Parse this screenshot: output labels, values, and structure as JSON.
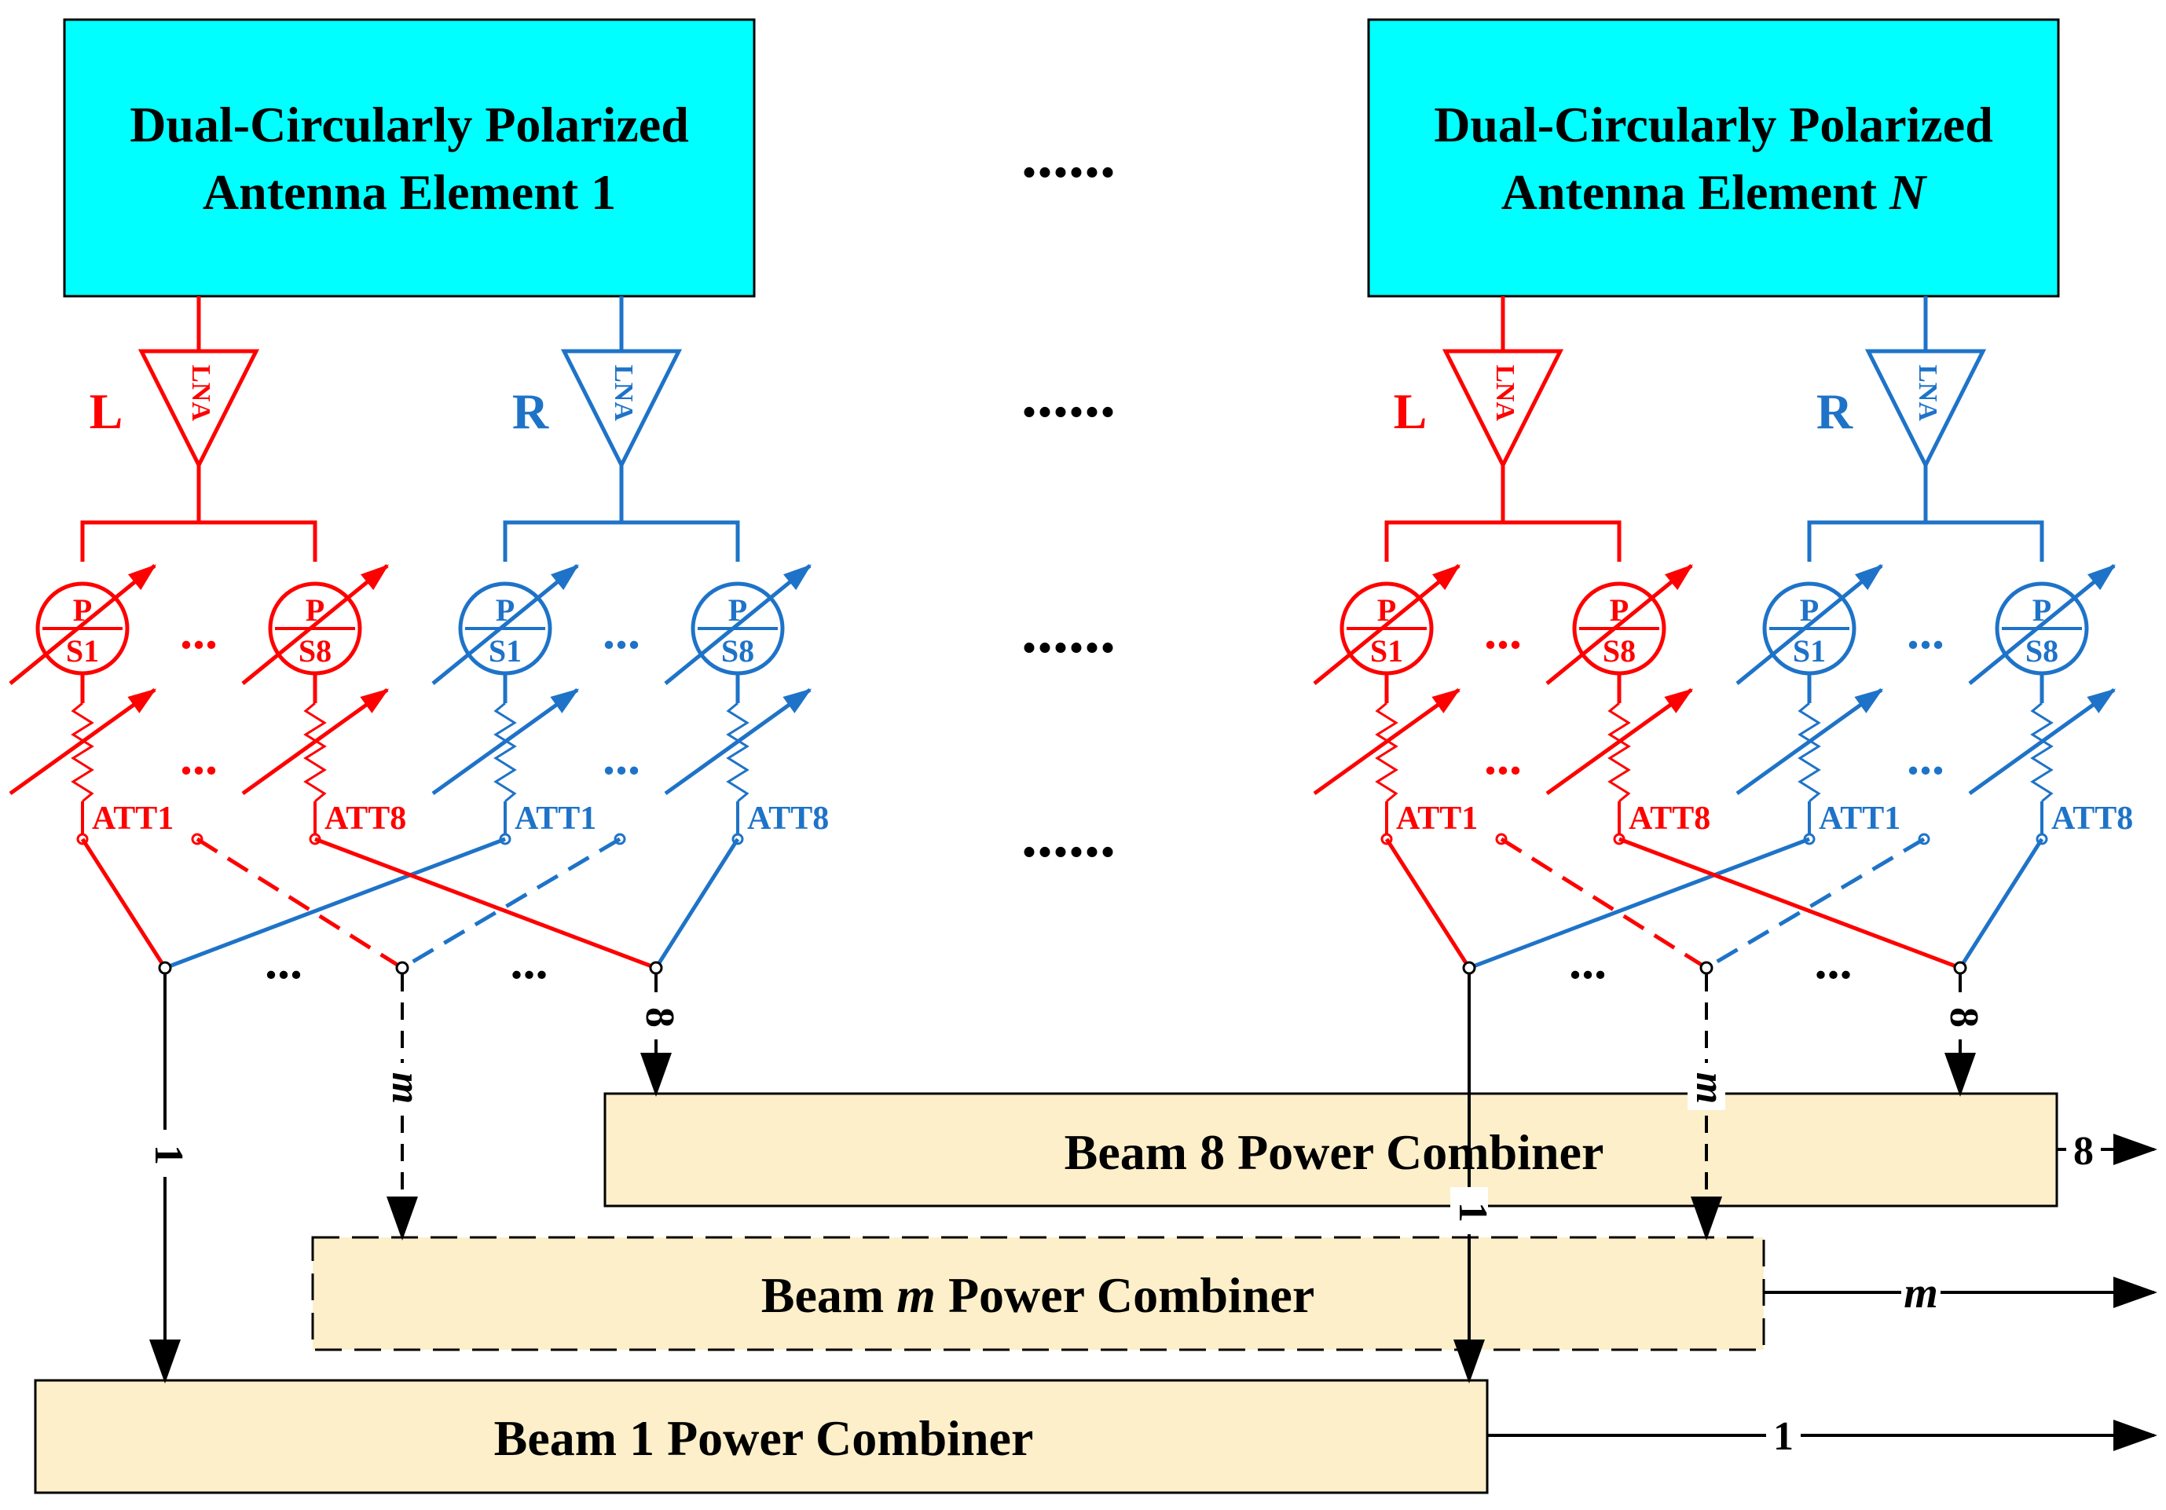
{
  "colors": {
    "left": "#FF0000",
    "right": "#1E73C8",
    "black": "#000000",
    "antenna_fill": "#00FFFF",
    "combiner_fill": "#FCEFC9"
  },
  "antenna_first": {
    "line1": "Dual-Circularly Polarized",
    "line2": "Antenna Element 1"
  },
  "antenna_last": {
    "line1": "Dual-Circularly Polarized",
    "line2_prefix": "Antenna Element ",
    "line2_var": "N"
  },
  "pol_left": "L",
  "pol_right": "R",
  "lna_label": "LNA",
  "ps_top": "P",
  "ps_first": "S1",
  "ps_last": "S8",
  "att_first": "ATT1",
  "att_last": "ATT8",
  "ellipsis": "...",
  "long_ellipsis": "......",
  "port_1": "1",
  "port_m": "m",
  "port_8": "8",
  "combiner_8": "Beam 8 Power Combiner",
  "combiner_m": {
    "prefix": "Beam ",
    "var": "m",
    "suffix": " Power Combiner"
  },
  "combiner_1": "Beam 1 Power Combiner",
  "out_1": "1",
  "out_m": "m",
  "out_8": "8"
}
